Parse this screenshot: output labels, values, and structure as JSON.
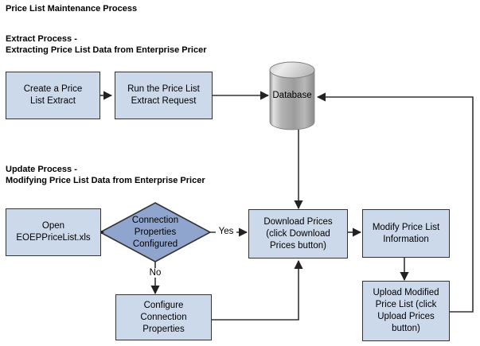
{
  "diagram": {
    "title": "Price List Maintenance Process",
    "sections": [
      {
        "line1": "Extract Process -",
        "line2": "Extracting Price List Data from Enterprise Pricer"
      },
      {
        "line1": "Update Process -",
        "line2": "Modifying Price List Data from Enterprise Pricer"
      }
    ],
    "nodes": {
      "create_extract": "Create a Price\nList Extract",
      "run_extract": "Run the Price List\nExtract Request",
      "database": "Database",
      "open_xls": "Open\nEOEPPriceList.xls",
      "connection_decision": "Connection\nProperties\nConfigured",
      "download_prices": "Download Prices\n(click Download\nPrices button)",
      "modify_price_list": "Modify Price List\nInformation",
      "upload_modified": "Upload Modified\nPrice List (click\nUpload Prices\nbutton)",
      "configure_connection": "Configure\nConnection\nProperties"
    },
    "edge_labels": {
      "yes": "Yes",
      "no": "No"
    },
    "colors": {
      "process_fill": "#ccd9ea",
      "decision_fill": "#8fa5ce",
      "border": "#333333",
      "database_light": "#d8d8d8",
      "database_dark": "#9a9a9a",
      "connector": "#333333",
      "text": "#000000",
      "background": "#ffffff"
    }
  }
}
